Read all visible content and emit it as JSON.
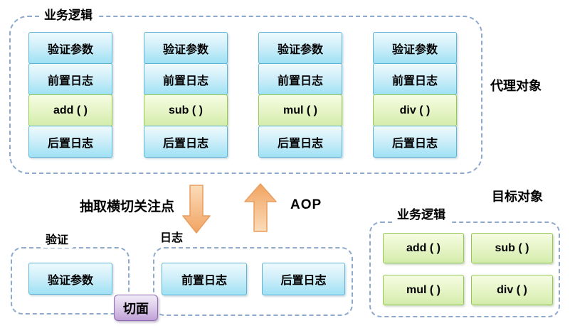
{
  "proxy": {
    "section_label": "业务逻辑",
    "side_label": "代理对象",
    "columns": [
      [
        "验证参数",
        "前置日志",
        "add ( )",
        "后置日志"
      ],
      [
        "验证参数",
        "前置日志",
        "sub ( )",
        "后置日志"
      ],
      [
        "验证参数",
        "前置日志",
        "mul ( )",
        "后置日志"
      ],
      [
        "验证参数",
        "前置日志",
        "div ( )",
        "后置日志"
      ]
    ]
  },
  "middle": {
    "extract_label": "抽取横切关注点",
    "aop_label": "AOP"
  },
  "validation": {
    "section_label": "验证",
    "box": "验证参数"
  },
  "log": {
    "section_label": "日志",
    "boxes": [
      "前置日志",
      "后置日志"
    ]
  },
  "aspect": {
    "label": "切面"
  },
  "target": {
    "title": "目标对象",
    "section_label": "业务逻辑",
    "methods": [
      "add ( )",
      "sub ( )",
      "mul ( )",
      "div ( )"
    ]
  },
  "colors": {
    "blue_box_top": "#eefafd",
    "blue_box_bottom": "#9fe1f4",
    "blue_box_border": "#5fb3d7",
    "green_box_top": "#f6fce3",
    "green_box_bottom": "#d3ecab",
    "green_box_border": "#94c754",
    "purple_box_top": "#f0eaf7",
    "purple_box_bottom": "#bfa0d6",
    "purple_box_border": "#8e6bb0",
    "arrow_light": "#fbd9b4",
    "arrow_dark": "#f2a964",
    "arrow_border": "#e89e5e",
    "dashed_border": "#8fa9cd",
    "text": "#000000"
  }
}
